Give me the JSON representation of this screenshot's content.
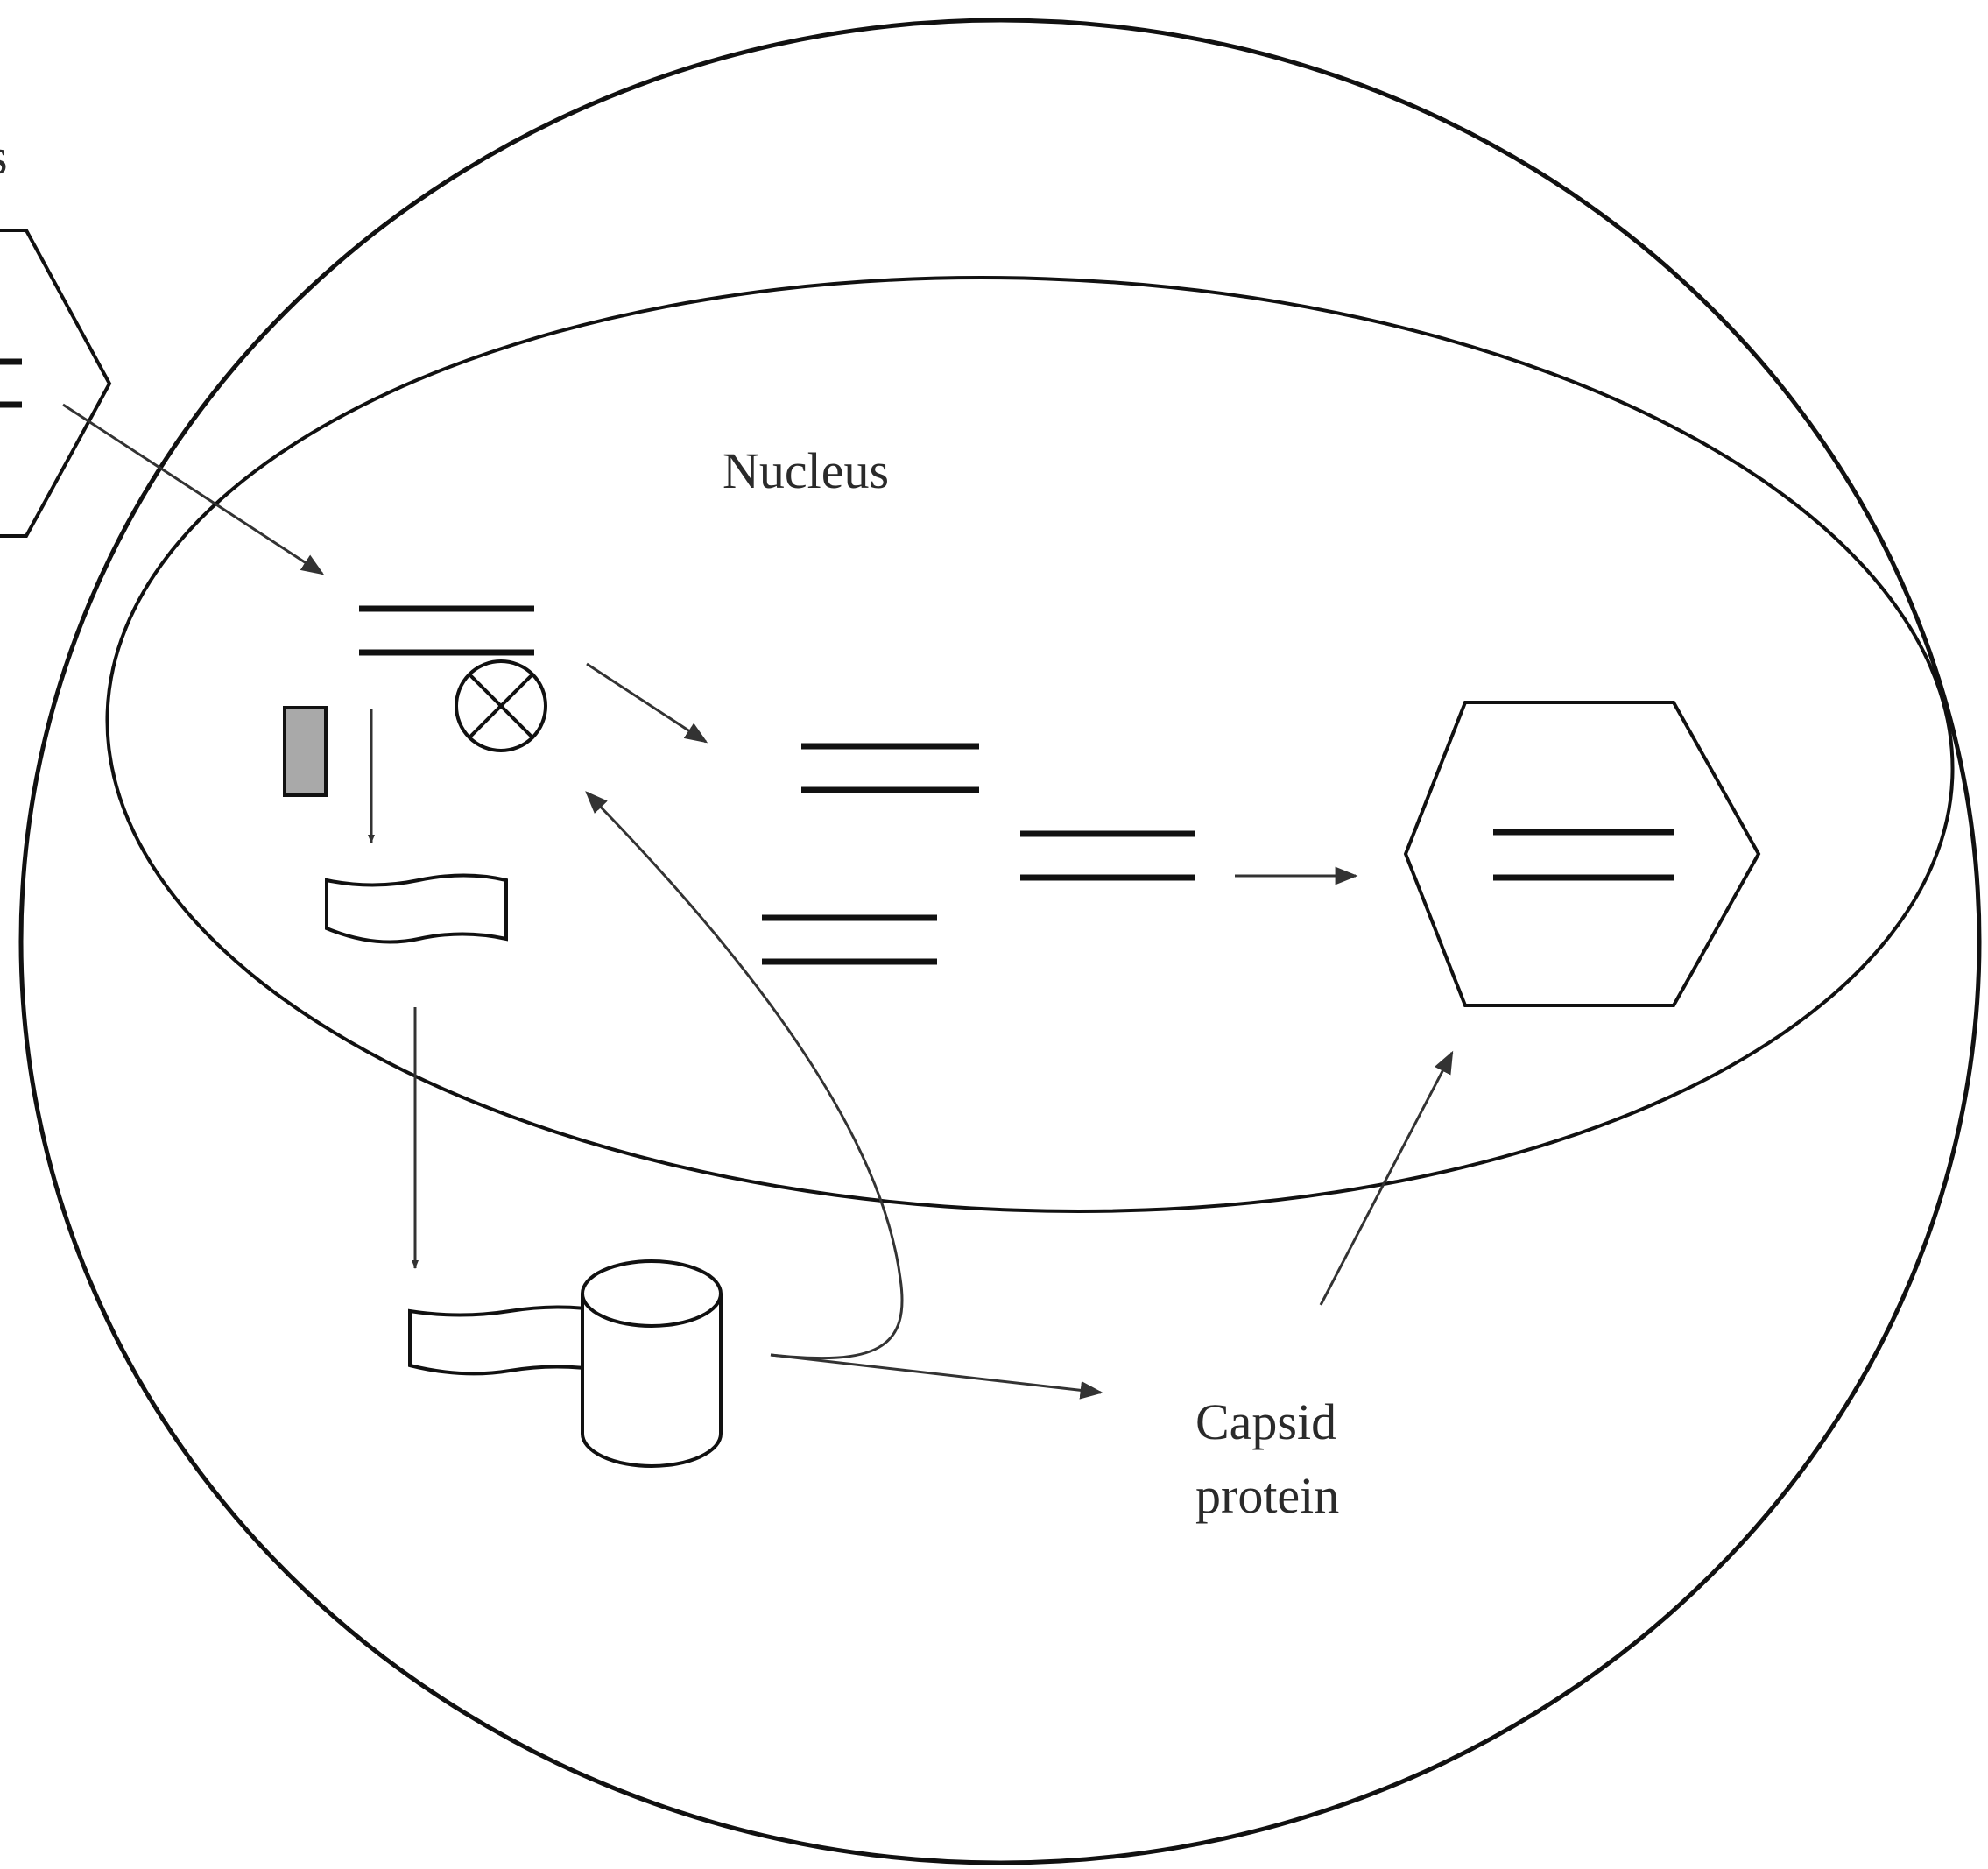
{
  "labels": {
    "nucleus": "Nucleus",
    "capsid_line1": "Capsid",
    "capsid_line2": "protein",
    "cut_letter": "s"
  },
  "colors": {
    "stroke": "#111111",
    "arrow": "#333333",
    "grey_fill": "#a9a9a9",
    "text": "#2a2a2a"
  },
  "icons": [
    "virus-capsid-icon",
    "dna-double-line-icon",
    "crossed-circle-icon",
    "mrna-strand-icon",
    "ribosome-cylinder-icon",
    "arrow-icon"
  ]
}
